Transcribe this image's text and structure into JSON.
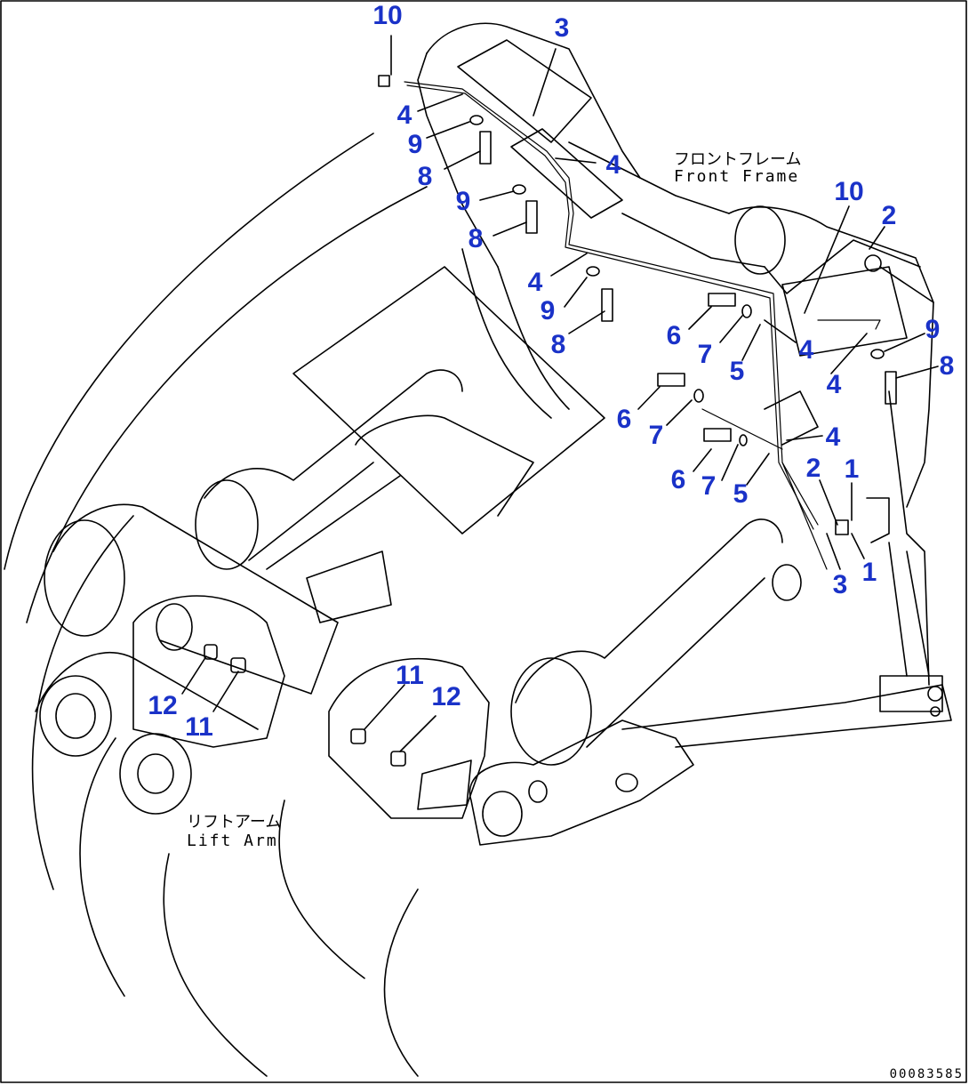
{
  "callouts": {
    "c10a": "10",
    "c3a": "3",
    "c4a": "4",
    "c9a": "9",
    "c8a": "8",
    "c4b": "4",
    "c9b": "9",
    "c8b": "8",
    "c4c": "4",
    "c9c": "9",
    "c8c": "8",
    "c10b": "10",
    "c2a": "2",
    "c9d": "9",
    "c8d": "8",
    "c6a": "6",
    "c7a": "7",
    "c5a": "5",
    "c4d": "4",
    "c4e": "4",
    "c6b": "6",
    "c7b": "7",
    "c4f": "4",
    "c6c": "6",
    "c7c": "7",
    "c5b": "5",
    "c2b": "2",
    "c1a": "1",
    "c3b": "3",
    "c1b": "1",
    "c11a": "11",
    "c12a": "12",
    "c11b": "11",
    "c12b": "12"
  },
  "labels": {
    "front_frame_jp": "フロントフレーム",
    "front_frame_en": "Front Frame",
    "lift_arm_jp": "リフトアーム",
    "lift_arm_en": "Lift Arm"
  },
  "drawing_number": "00083585",
  "colors": {
    "callout": "#1a32c8",
    "line": "#000000"
  }
}
